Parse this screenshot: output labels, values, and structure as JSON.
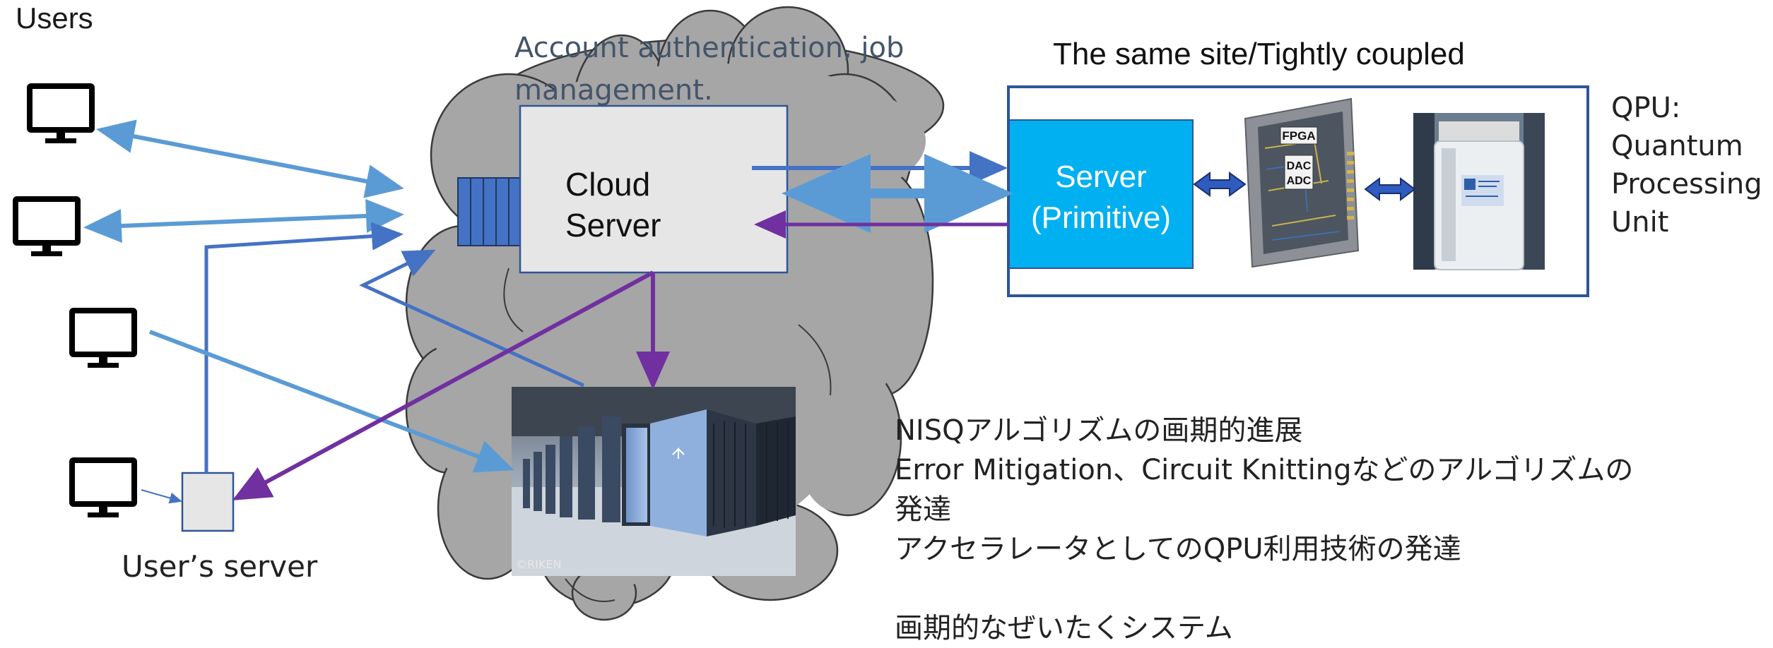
{
  "users_title": "Users",
  "cloud": {
    "caption_line1": "Account authentication, job",
    "caption_line2": "management.",
    "server_line1": "Cloud",
    "server_line2": "Server"
  },
  "site": {
    "title": "The same site/Tightly coupled",
    "primitive_line1": "Server",
    "primitive_line2": "(Primitive)",
    "board_labels": [
      "FPGA",
      "DAC",
      "ADC"
    ]
  },
  "qpu": {
    "line1": "QPU:",
    "line2": "Quantum",
    "line3": "Processing",
    "line4": "Unit"
  },
  "user_server_label": "User’s server",
  "supercomputer_credit": "©RIKEN",
  "notes": {
    "line1": "NISQアルゴリズムの画期的進展",
    "line2": "Error Mitigation、Circuit Knittingなどのアルゴリズムの",
    "line3": "発達",
    "line4": "アクセラレータとしてのQPU利用技術の発達",
    "line5": "",
    "line6": "画期的なぜいたくシステム"
  },
  "colors": {
    "cloud_fill": "#a6a6a6",
    "cloud_stroke": "#3a3a3a",
    "arrow_light_blue": "#5b9bd5",
    "arrow_blue": "#4472c4",
    "arrow_purple": "#7030a0",
    "server_box": "#e7e6e6",
    "primitive_box": "#00b0f0",
    "site_frame": "#2f5597",
    "queue_blue": "#4472c4"
  },
  "icons": [
    "monitor-icon",
    "monitor-icon",
    "monitor-icon",
    "monitor-icon"
  ]
}
